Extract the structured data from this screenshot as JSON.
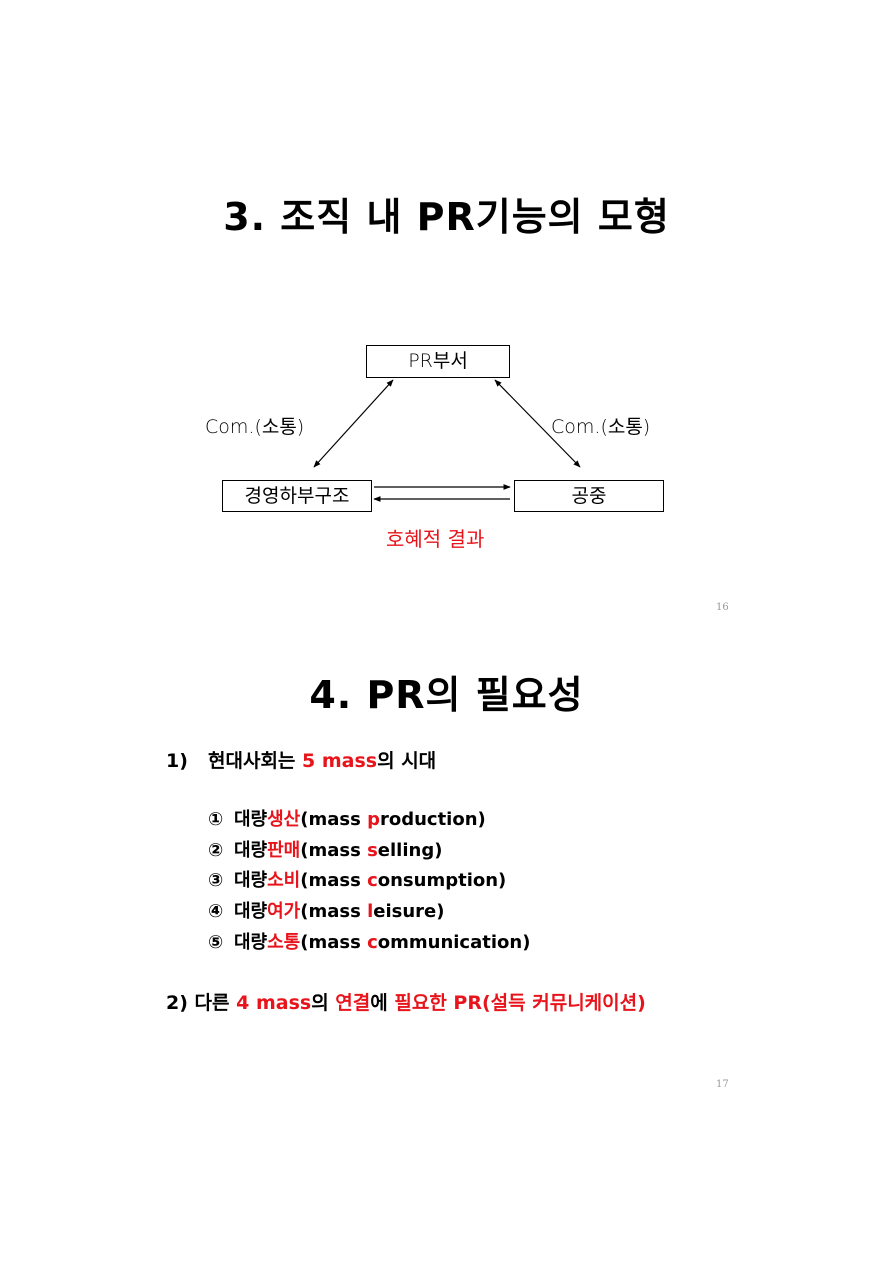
{
  "slide16": {
    "title": "3. 조직 내 PR기능의 모형",
    "diagram": {
      "top_box": "PR부서",
      "left_box": "경영하부구조",
      "right_box": "공중",
      "left_edge_label": "Com.(소통)",
      "right_edge_label": "Com.(소통)",
      "result_label": "호혜적 결과"
    },
    "page_number": "16"
  },
  "slide17": {
    "title": "4. PR의 필요성",
    "section1": {
      "number": "1)",
      "text_before": "현대사회는 ",
      "highlight": "5 mass",
      "text_after": "의 시대"
    },
    "items": [
      {
        "marker": "①",
        "base": "대량",
        "red_ko": "생산",
        "open": "(mass ",
        "red_letter": "p",
        "rest": "roduction)"
      },
      {
        "marker": "②",
        "base": "대량",
        "red_ko": "판매",
        "open": "(mass ",
        "red_letter": "s",
        "rest": "elling)"
      },
      {
        "marker": "③",
        "base": "대량",
        "red_ko": "소비",
        "open": "(mass ",
        "red_letter": "c",
        "rest": "onsumption)"
      },
      {
        "marker": "④",
        "base": "대량",
        "red_ko": "여가",
        "open": "(mass ",
        "red_letter": "l",
        "rest": "eisure)"
      },
      {
        "marker": "⑤",
        "base": "대량",
        "red_ko": "소통",
        "open": "(mass ",
        "red_letter": "c",
        "rest": "ommunication)"
      }
    ],
    "section2": {
      "number": "2)",
      "part1": "다른 ",
      "part2": "4 mass",
      "part3": "의 ",
      "part4": "연결",
      "part5": "에 ",
      "part6": "필요한 PR(설득 커뮤니케이션)"
    },
    "page_number": "17"
  }
}
